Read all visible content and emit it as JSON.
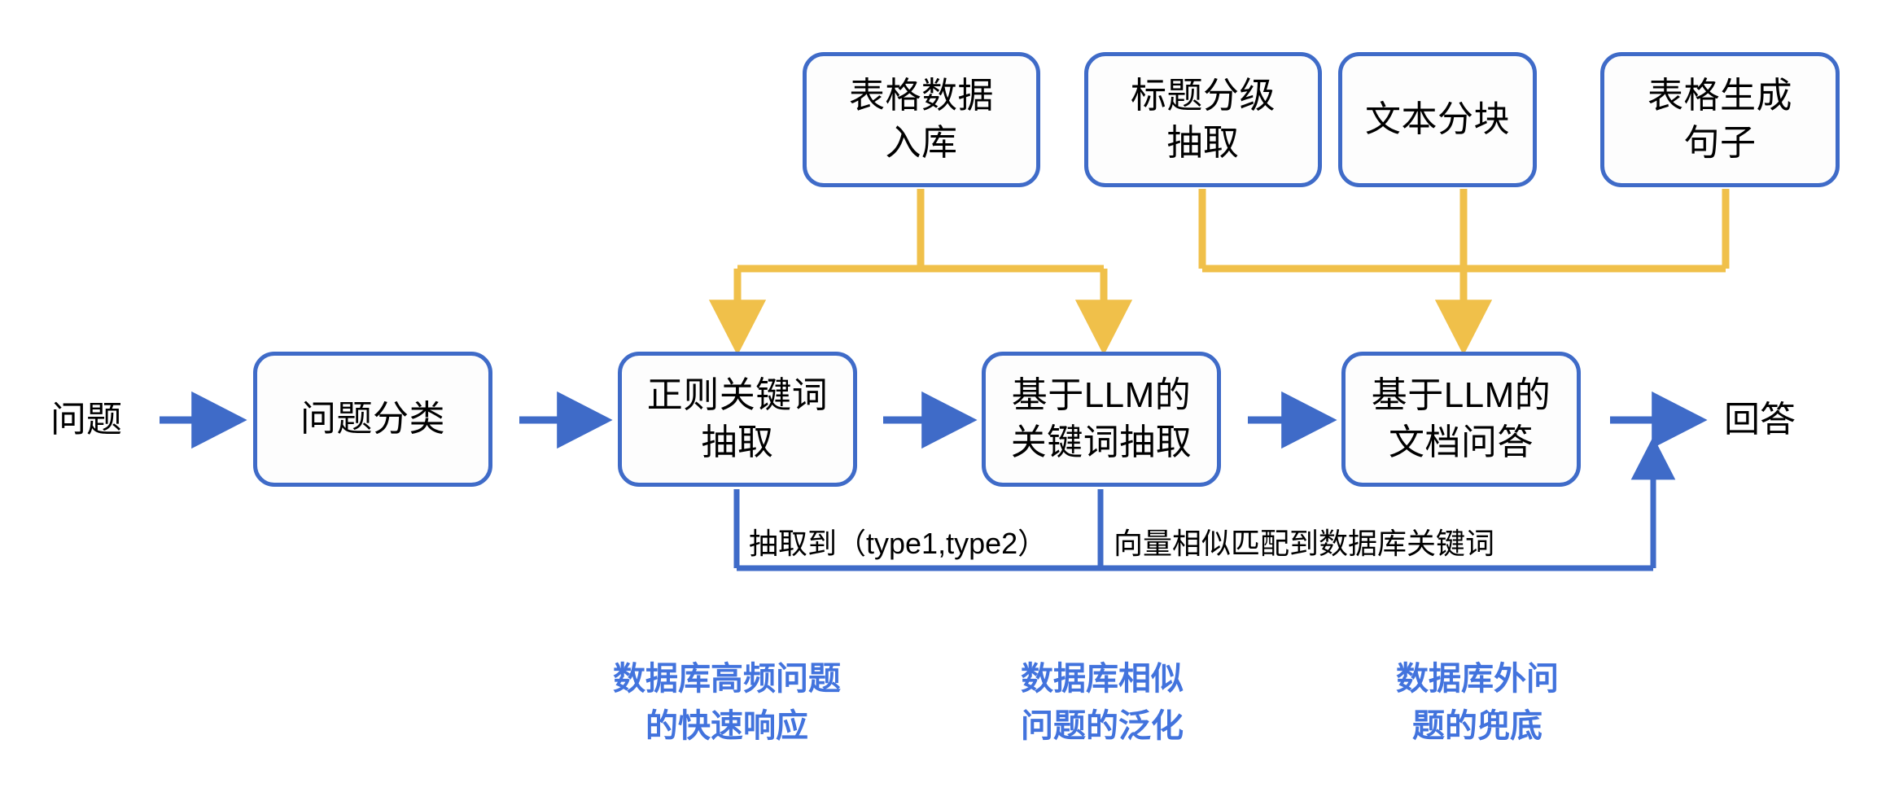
{
  "diagram": {
    "title": "",
    "colors": {
      "box_border": "#3f6bc8",
      "blue_arrow": "#3f6bc8",
      "yellow_arrow": "#f0c04a",
      "caption_blue": "#4273dd",
      "text_black": "#000000",
      "background": "#ffffff"
    },
    "top_nodes": [
      {
        "id": "table-data-ingest",
        "line1": "表格数据",
        "line2": "入库"
      },
      {
        "id": "title-hierarchy-extract",
        "line1": "标题分级",
        "line2": "抽取"
      },
      {
        "id": "text-chunking",
        "line1": "文本分块",
        "line2": ""
      },
      {
        "id": "table-to-sentence",
        "line1": "表格生成",
        "line2": "句子"
      }
    ],
    "pipeline_nodes": [
      {
        "id": "question-classify",
        "line1": "问题分类",
        "line2": ""
      },
      {
        "id": "regex-keyword-extract",
        "line1": "正则关键词",
        "line2": "抽取"
      },
      {
        "id": "llm-keyword-extract",
        "line1": "基于LLM的",
        "line2": "关键词抽取"
      },
      {
        "id": "llm-doc-qa",
        "line1": "基于LLM的",
        "line2": "文档问答"
      }
    ],
    "input_label": "问题",
    "output_label": "回答",
    "edge_notes": [
      {
        "id": "note-type-extracted",
        "text": "抽取到（type1,type2）"
      },
      {
        "id": "note-vector-match",
        "text": "向量相似匹配到数据库关键词"
      }
    ],
    "captions": [
      {
        "id": "caption-fast-response",
        "line1": "数据库高频问题",
        "line2": "的快速响应"
      },
      {
        "id": "caption-similar-generalize",
        "line1": "数据库相似",
        "line2": "问题的泛化"
      },
      {
        "id": "caption-out-of-db-fallback",
        "line1": "数据库外问",
        "line2": "题的兜底"
      }
    ]
  }
}
